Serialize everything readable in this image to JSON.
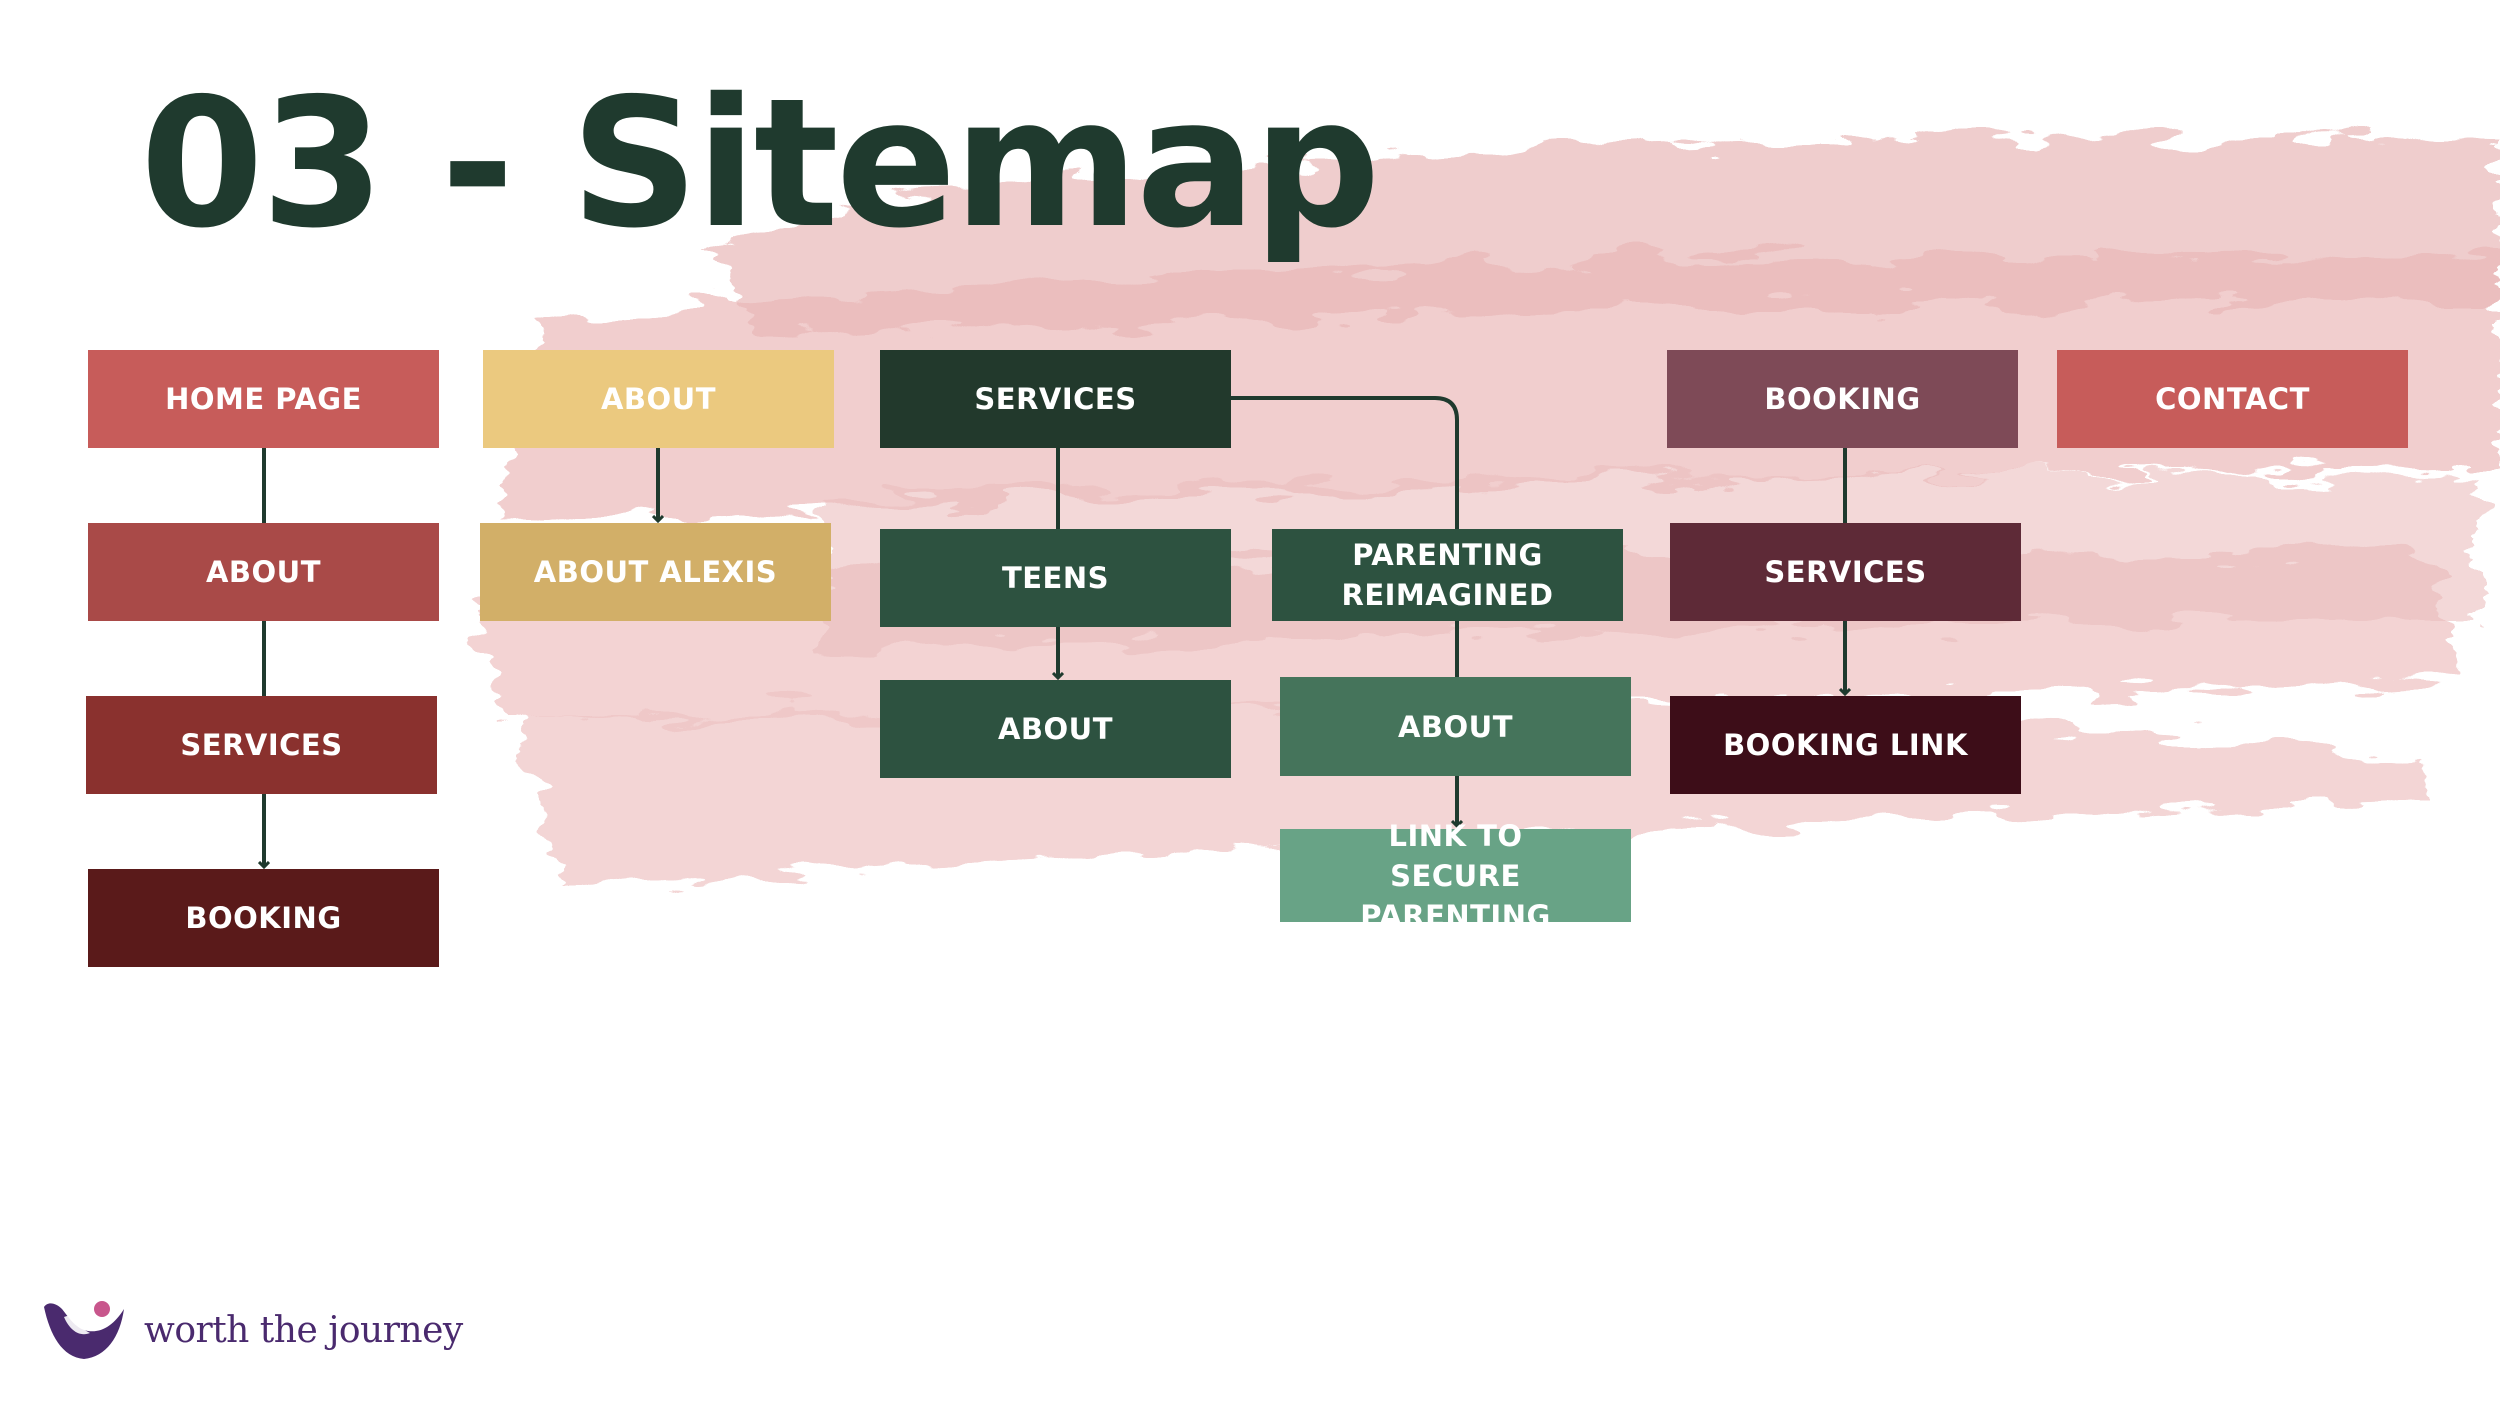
{
  "title": "03 - Sitemap",
  "brand": {
    "name": "worth the journey"
  },
  "colors": {
    "title": "#1f3a2e",
    "connector": "#1f3a2e",
    "brush": "#e3a6a6",
    "brand": "#4a2a6e",
    "brand_accent": "#c8568c"
  },
  "nodes": {
    "home_page": {
      "label": "HOME PAGE",
      "color": "#c75c5a"
    },
    "home_about": {
      "label": "ABOUT",
      "color": "#a94a48"
    },
    "home_services": {
      "label": "SERVICES",
      "color": "#8a312e"
    },
    "home_booking": {
      "label": "BOOKING",
      "color": "#5a1a1a"
    },
    "about": {
      "label": "ABOUT",
      "color": "#ebc97f"
    },
    "about_alexis": {
      "label": "ABOUT ALEXIS",
      "color": "#d2af68"
    },
    "services": {
      "label": "SERVICES",
      "color": "#22392c"
    },
    "teens": {
      "label": "TEENS",
      "color": "#2d5240"
    },
    "teens_about": {
      "label": "ABOUT",
      "color": "#2d5240"
    },
    "parenting": {
      "label": "PARENTING REIMAGINED",
      "color": "#2d5240"
    },
    "parenting_about": {
      "label": "ABOUT",
      "color": "#45745b"
    },
    "secure_link": {
      "label": "LINK TO SECURE PARENTING",
      "color": "#68a386"
    },
    "booking": {
      "label": "BOOKING",
      "color": "#7e4a57"
    },
    "booking_services": {
      "label": "SERVICES",
      "color": "#5e2a37"
    },
    "booking_link": {
      "label": "BOOKING LINK",
      "color": "#3d0d18"
    },
    "contact": {
      "label": "CONTACT",
      "color": "#c75c5a"
    }
  }
}
